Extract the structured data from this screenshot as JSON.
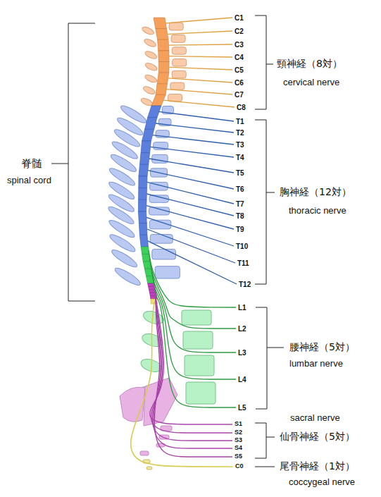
{
  "diagram": {
    "labels": [
      "脊髄",
      "spinal cord",
      "C1",
      "C2",
      "C3",
      "C4",
      "C5",
      "C6",
      "C7",
      "C8",
      "頸神経（8対）",
      "cervical nerve",
      "T1",
      "T2",
      "T3",
      "T4",
      "T5",
      "T6",
      "T7",
      "T8",
      "T9",
      "T10",
      "T11",
      "T12",
      "胸神経（12対）",
      "thoracic nerve",
      "L1",
      "L2",
      "L3",
      "L4",
      "L5",
      "腰神経（5対）",
      "lumbar nerve",
      "sacral nerve",
      "S1",
      "S2",
      "S3",
      "S4",
      "S5",
      "仙骨神経（5対）",
      "C0",
      "尾骨神経（1対）",
      "coccygeal nerve"
    ]
  }
}
